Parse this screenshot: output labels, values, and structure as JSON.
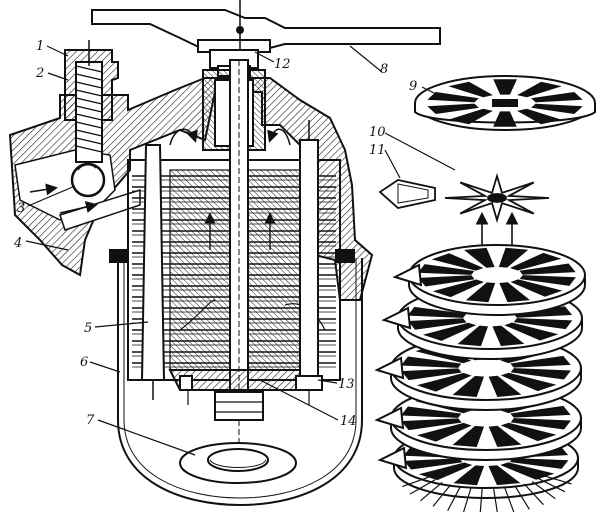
{
  "colors": {
    "ink": "#111111",
    "paper": "#ffffff",
    "hatch": "#222222"
  },
  "callouts": {
    "c1": "1",
    "c2": "2",
    "c3": "3",
    "c4": "4",
    "c5": "5",
    "c6": "6",
    "c7": "7",
    "c8": "8",
    "c9": "9",
    "c10": "10",
    "c11": "11",
    "c12": "12",
    "c13": "13",
    "c14": "14"
  },
  "parts": [
    "handle",
    "spring-valve-cap",
    "spring-valve-spring",
    "ball-valve",
    "inlet-channel",
    "clamp-rod",
    "filter-bowl",
    "sediment-plug",
    "scraper-plate",
    "star-spacer",
    "scraper-blade",
    "top-nut",
    "tie-bolt",
    "central-shaft"
  ]
}
